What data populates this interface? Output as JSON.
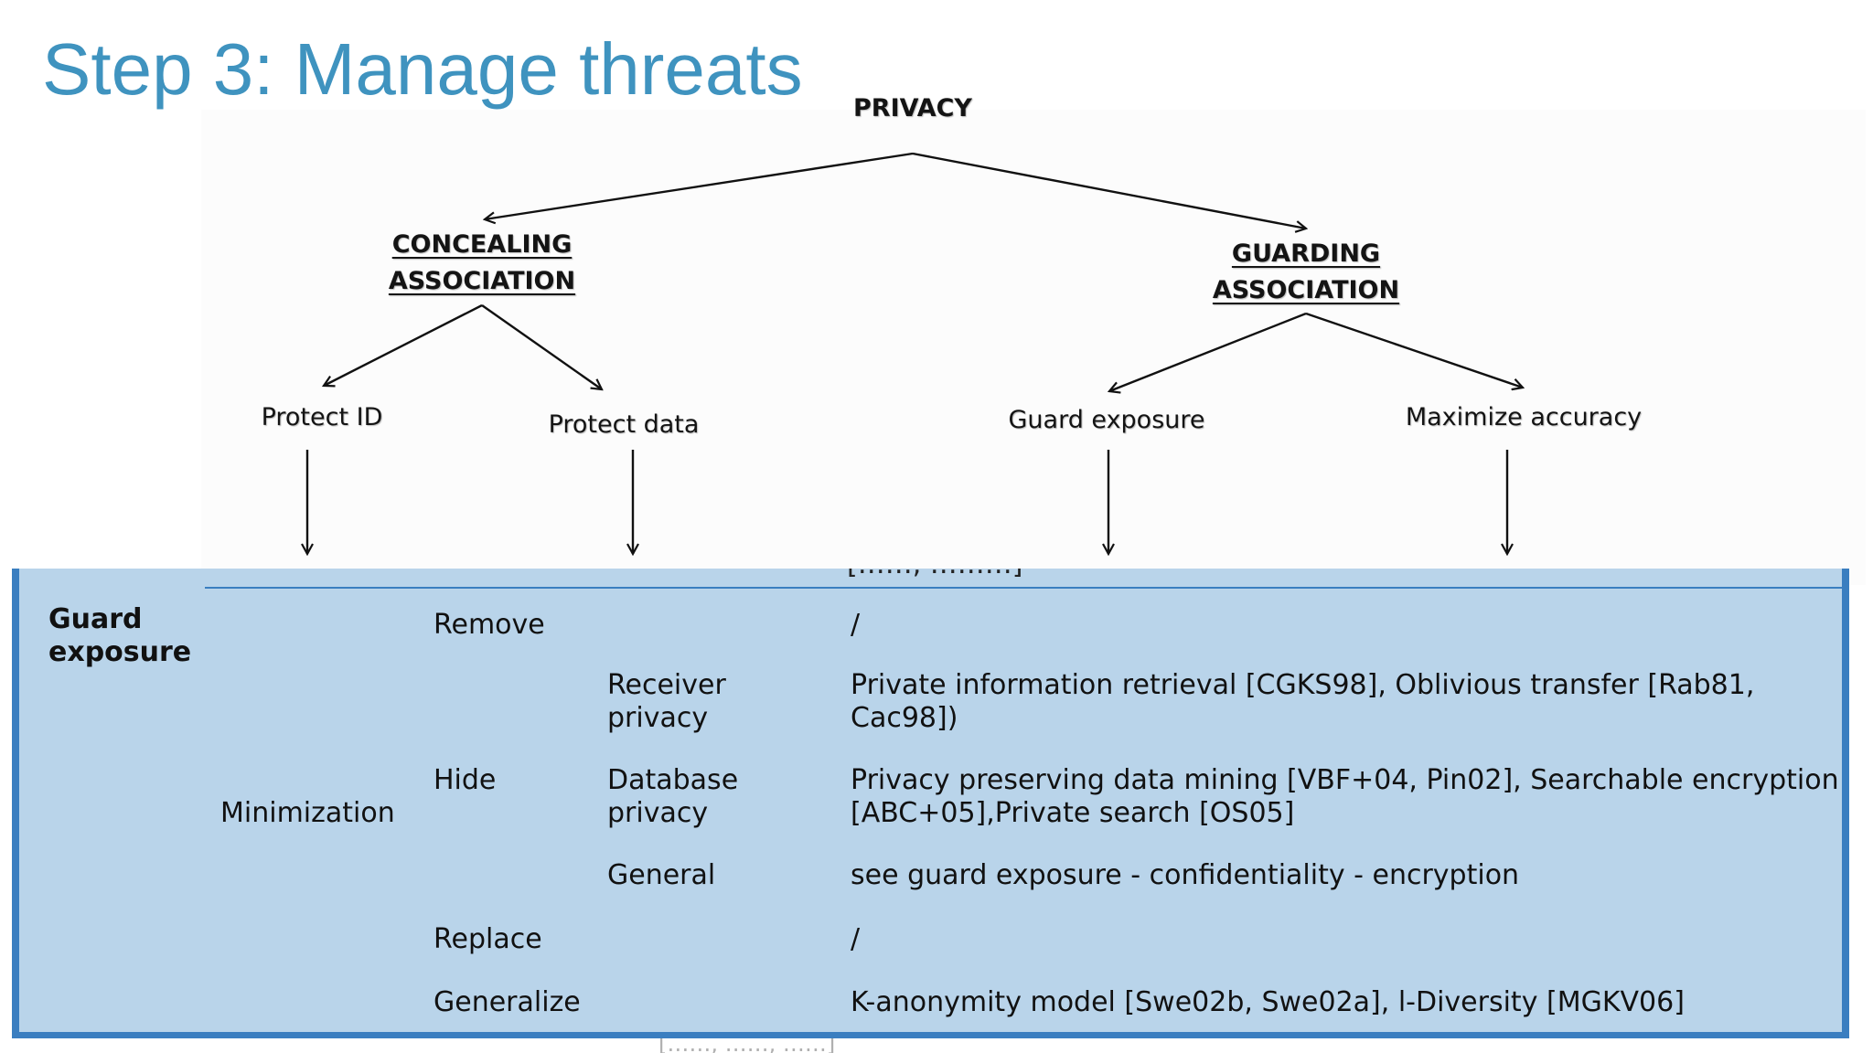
{
  "slide": {
    "title": "Step 3: Manage threats"
  },
  "tree": {
    "root": "PRIVACY",
    "branches": [
      {
        "lines": [
          "CONCEALING",
          "ASSOCIATION"
        ],
        "leaves": [
          "Protect ID",
          "Protect data"
        ]
      },
      {
        "lines": [
          "GUARDING",
          "ASSOCIATION"
        ],
        "leaves": [
          "Guard exposure",
          "Maximize accuracy"
        ]
      }
    ]
  },
  "table": {
    "clipped_top_text": "[……, ………]",
    "category": "Guard exposure",
    "strategy": "Minimization",
    "rows": [
      {
        "tactic": "Remove",
        "sub": "",
        "refs": "/"
      },
      {
        "tactic": "",
        "sub": "Receiver privacy",
        "refs": "Private information retrieval [CGKS98], Oblivious transfer [Rab81, Cac98])"
      },
      {
        "tactic": "Hide",
        "sub": "Database privacy",
        "refs": "Privacy preserving data mining [VBF+04, Pin02], Searchable encryption [ABC+05],Private search [OS05]"
      },
      {
        "tactic": "",
        "sub": "General",
        "refs": "see guard exposure - confidentiality - encryption"
      },
      {
        "tactic": "Replace",
        "sub": "",
        "refs": "/"
      },
      {
        "tactic": "Generalize",
        "sub": "",
        "refs": "K-anonymity model [Swe02b, Swe02a], l-Diversity [MGKV06]"
      }
    ],
    "clipped_bottom_text": "[……, ……, ……]"
  }
}
